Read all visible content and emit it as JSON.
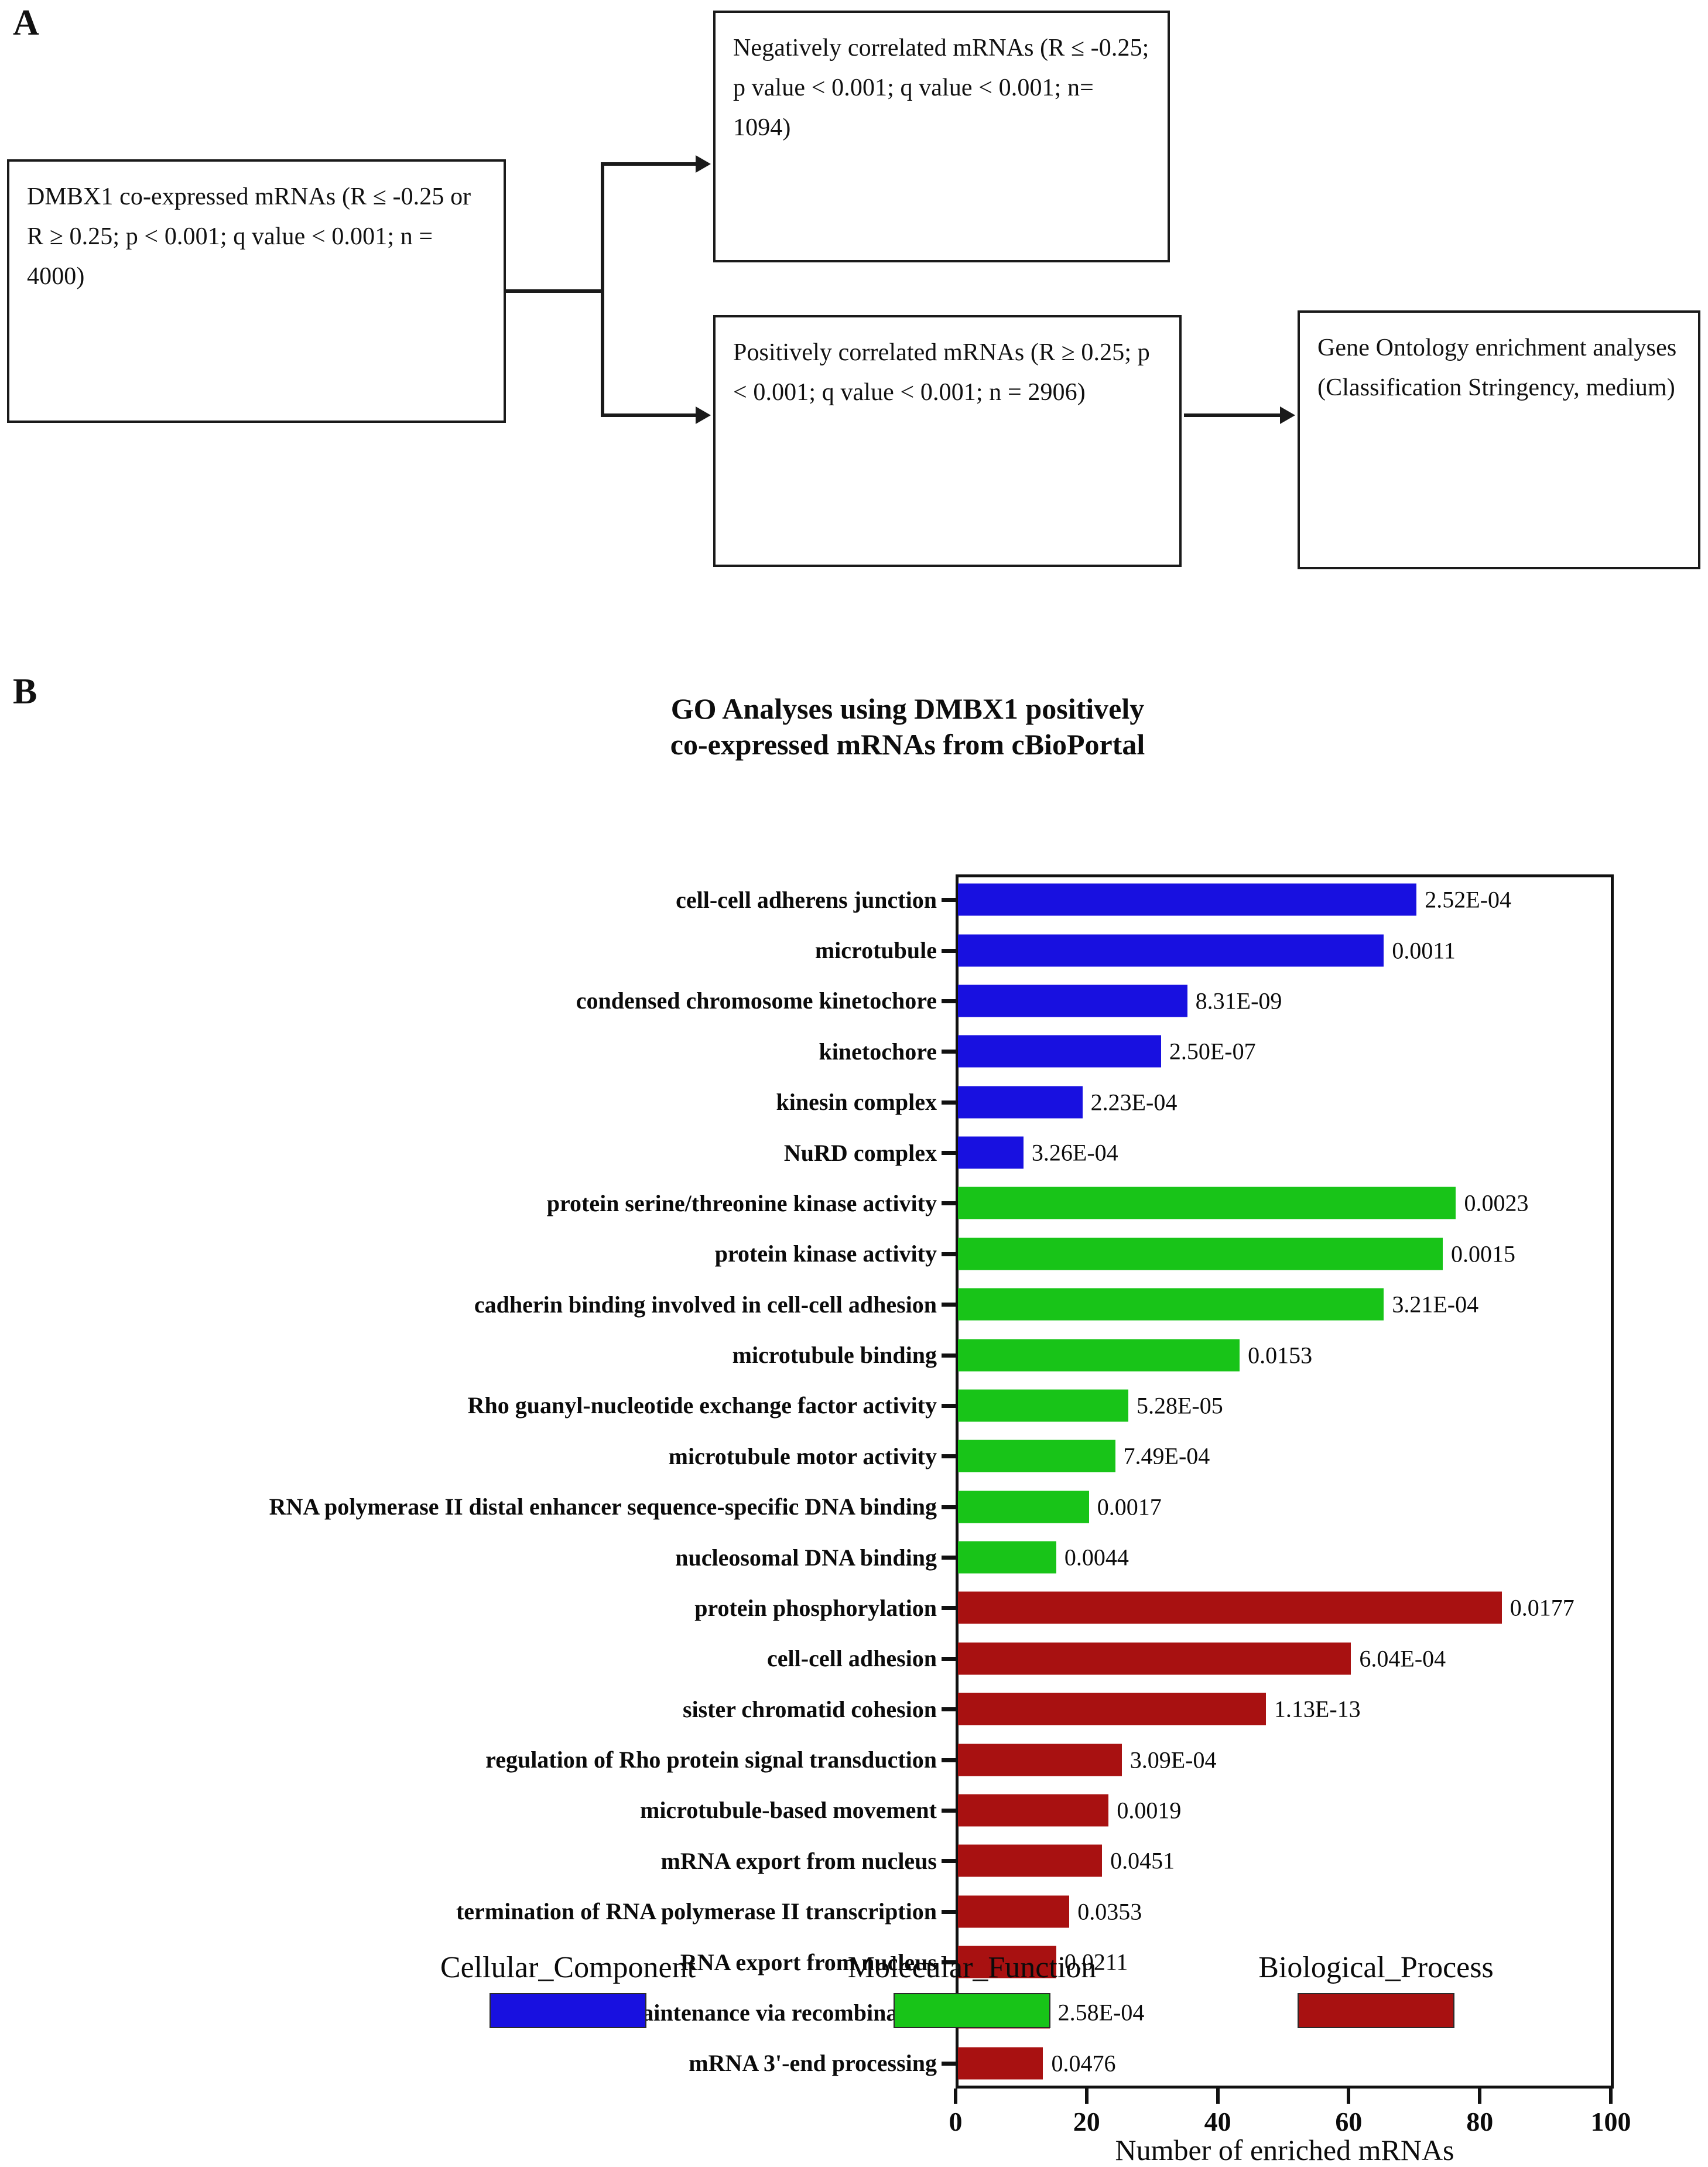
{
  "panels": {
    "a_letter": "A",
    "b_letter": "B"
  },
  "flowchart": {
    "source_box": "DMBX1 co-expressed mRNAs (R ≤ -0.25 or R ≥ 0.25; p < 0.001; q value < 0.001; n = 4000)",
    "negative_box": "Negatively correlated mRNAs (R ≤ -0.25;  p value < 0.001; q value < 0.001; n= 1094)",
    "positive_box": "Positively correlated mRNAs (R ≥ 0.25;  p < 0.001; q value < 0.001; n = 2906)",
    "go_box": "Gene Ontology enrichment analyses (Classification Stringency, medium)"
  },
  "chart_data": {
    "type": "bar",
    "orientation": "horizontal",
    "title": "GO Analyses using DMBX1 positively co-expressed mRNAs from cBioPortal",
    "title_line1": "GO Analyses using DMBX1 positively",
    "title_line2": "co-expressed mRNAs from cBioPortal",
    "xlabel": "Number of enriched mRNAs",
    "ylabel": "",
    "xlim": [
      0,
      100
    ],
    "xticks": [
      0,
      20,
      40,
      60,
      80,
      100
    ],
    "xtick_labels": [
      "0",
      "20",
      "40",
      "60",
      "80",
      "100"
    ],
    "grid": false,
    "legend_position": "bottom",
    "colors": {
      "Cellular_Component": "#1810e0",
      "Molecular_Function": "#18c418",
      "Biological_Process": "#a81111"
    },
    "legend": [
      {
        "label": "Cellular_Component",
        "color": "#1810e0"
      },
      {
        "label": "Molecular_Function",
        "color": "#18c418"
      },
      {
        "label": "Biological_Process",
        "color": "#a81111"
      }
    ],
    "categories": [
      "cell-cell adherens junction",
      "microtubule",
      "condensed chromosome kinetochore",
      "kinetochore",
      "kinesin complex",
      "NuRD complex",
      "protein serine/threonine kinase activity",
      "protein kinase activity",
      "cadherin binding involved in cell-cell adhesion",
      "microtubule binding",
      "Rho guanyl-nucleotide exchange factor activity",
      "microtubule motor activity",
      "RNA polymerase II distal enhancer sequence-specific DNA binding",
      "nucleosomal DNA binding",
      "protein phosphorylation",
      "cell-cell adhesion",
      "sister chromatid cohesion",
      "regulation of Rho protein signal transduction",
      "microtubule-based movement",
      "mRNA export from nucleus",
      "termination of RNA polymerase II transcription",
      "RNA export from nucleus",
      "telomere maintenance via recombination",
      "mRNA 3'-end processing"
    ],
    "values": [
      70,
      65,
      35,
      31,
      19,
      10,
      76,
      74,
      65,
      43,
      26,
      24,
      20,
      15,
      83,
      60,
      47,
      25,
      23,
      22,
      17,
      15,
      14,
      13
    ],
    "data_labels": [
      "2.52E-04",
      "0.0011",
      "8.31E-09",
      "2.50E-07",
      "2.23E-04",
      "3.26E-04",
      "0.0023",
      "0.0015",
      "3.21E-04",
      "0.0153",
      "5.28E-05",
      "7.49E-04",
      "0.0017",
      "0.0044",
      "0.0177",
      "6.04E-04",
      "1.13E-13",
      "3.09E-04",
      "0.0019",
      "0.0451",
      "0.0353",
      "0.0211",
      "2.58E-04",
      "0.0476"
    ],
    "series_of": [
      "Cellular_Component",
      "Cellular_Component",
      "Cellular_Component",
      "Cellular_Component",
      "Cellular_Component",
      "Cellular_Component",
      "Molecular_Function",
      "Molecular_Function",
      "Molecular_Function",
      "Molecular_Function",
      "Molecular_Function",
      "Molecular_Function",
      "Molecular_Function",
      "Molecular_Function",
      "Biological_Process",
      "Biological_Process",
      "Biological_Process",
      "Biological_Process",
      "Biological_Process",
      "Biological_Process",
      "Biological_Process",
      "Biological_Process",
      "Biological_Process",
      "Biological_Process"
    ],
    "series": [
      {
        "name": "Cellular_Component",
        "color": "#1810e0",
        "categories": [
          "cell-cell adherens junction",
          "microtubule",
          "condensed chromosome kinetochore",
          "kinetochore",
          "kinesin complex",
          "NuRD complex"
        ],
        "values": [
          70,
          65,
          35,
          31,
          19,
          10
        ],
        "p_values": [
          "2.52E-04",
          "0.0011",
          "8.31E-09",
          "2.50E-07",
          "2.23E-04",
          "3.26E-04"
        ]
      },
      {
        "name": "Molecular_Function",
        "color": "#18c418",
        "categories": [
          "protein serine/threonine kinase activity",
          "protein kinase activity",
          "cadherin binding involved in cell-cell adhesion",
          "microtubule binding",
          "Rho guanyl-nucleotide exchange factor activity",
          "microtubule motor activity",
          "RNA polymerase II distal enhancer sequence-specific DNA binding",
          "nucleosomal DNA binding"
        ],
        "values": [
          76,
          74,
          65,
          43,
          26,
          24,
          20,
          15
        ],
        "p_values": [
          "0.0023",
          "0.0015",
          "3.21E-04",
          "0.0153",
          "5.28E-05",
          "7.49E-04",
          "0.0017",
          "0.0044"
        ]
      },
      {
        "name": "Biological_Process",
        "color": "#a81111",
        "categories": [
          "protein phosphorylation",
          "cell-cell adhesion",
          "sister chromatid cohesion",
          "regulation of Rho protein signal transduction",
          "microtubule-based movement",
          "mRNA export from nucleus",
          "termination of RNA polymerase II transcription",
          "RNA export from nucleus",
          "telomere maintenance via recombination",
          "mRNA 3'-end processing"
        ],
        "values": [
          83,
          60,
          47,
          25,
          23,
          22,
          17,
          15,
          14,
          13
        ],
        "p_values": [
          "0.0177",
          "6.04E-04",
          "1.13E-13",
          "3.09E-04",
          "0.0019",
          "0.0451",
          "0.0353",
          "0.0211",
          "2.58E-04",
          "0.0476"
        ]
      }
    ]
  }
}
